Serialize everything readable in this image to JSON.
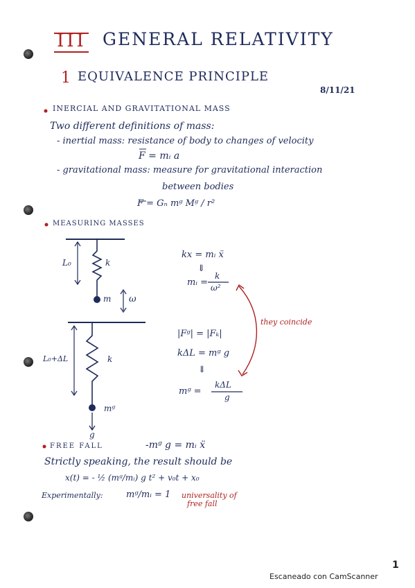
{
  "chapter": {
    "numeral": "III",
    "title": "GENERAL RELATIVITY"
  },
  "section": {
    "number": "1",
    "title": "EQUIVALENCE PRINCIPLE"
  },
  "date": "8/11/21",
  "mass": {
    "heading": "INERCIAL AND GRAVITATIONAL MASS",
    "intro": "Two different definitions of mass:",
    "inertial": "- inertial mass: resistance of body to changes of velocity",
    "inertial_eq": "F = mᵢ a",
    "grav": "- gravitational mass: measure for gravitational interaction",
    "grav2": "between bodies",
    "grav_eq": "F = Gₙ mᵍ Mᵍ / r²"
  },
  "measuring": {
    "heading": "MEASURING MASSES",
    "l0": "L₀",
    "k1": "k",
    "m": "m",
    "omega": "ω",
    "eq1": "kx = mᵢ ẍ",
    "arrow1": "⇓",
    "eq2_lhs": "mᵢ =",
    "eq2_num": "k",
    "eq2_den": "ω²",
    "coincide": "they coincide",
    "l0dl": "L₀+ΔL",
    "k2": "k",
    "mg_label": "mᵍ",
    "g_label": "g",
    "eq3": "|Fᵍ| = |Fₖ|",
    "eq4": "kΔL = mᵍ g",
    "arrow2": "⇓",
    "eq5_lhs": "mᵍ =",
    "eq5_num": "kΔL",
    "eq5_den": "g"
  },
  "freefall": {
    "heading": "FREE FALL",
    "eq": "-mᵍ g = mᵢ ẍ",
    "strict": "Strictly speaking, the result should be",
    "xt": "x(t) = - ½ (mᵍ/mᵢ) g t² + v₀t + x₀",
    "exp": "Experimentally:",
    "ratio": "mᵍ/mᵢ = 1",
    "universality": "universality of",
    "universality2": "free fall"
  },
  "page_number": "1",
  "scanner": "Escaneado con CamScanner",
  "colors": {
    "ink": "#1f2b5a",
    "accent": "#b02020"
  }
}
